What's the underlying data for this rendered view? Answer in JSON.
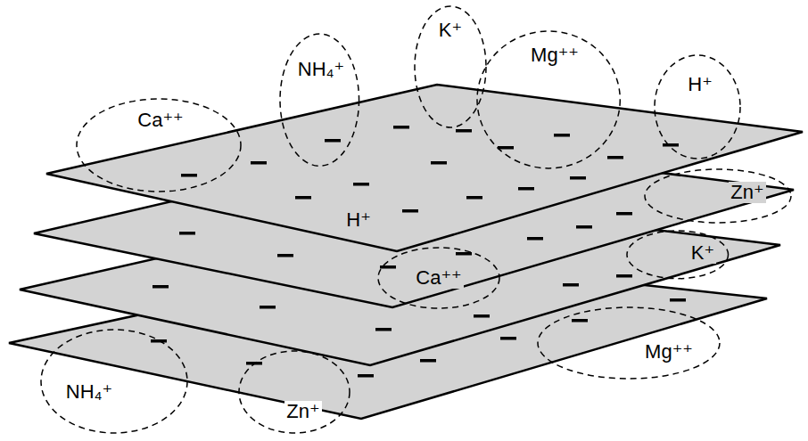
{
  "diagram": {
    "nodes": [
      {
        "text": [
          "K⁺"
        ]
      },
      {
        "text": [
          "Mg⁺⁺"
        ]
      },
      {
        "text": [
          "NH₄⁺"
        ]
      },
      {
        "text": [
          "H⁺"
        ]
      },
      {
        "text": [
          "Ca⁺⁺"
        ]
      },
      {
        "text": [
          "Zn⁺"
        ]
      },
      {
        "text": [
          "Ca⁺⁺"
        ]
      },
      {
        "text": [
          "K⁺"
        ]
      },
      {
        "text": [
          "Mg⁺⁺"
        ]
      },
      {
        "text": [
          "NH₄⁺"
        ]
      },
      {
        "text": [
          "Zn⁺"
        ]
      }
    ],
    "labels": [
      "H⁺"
    ]
  }
}
